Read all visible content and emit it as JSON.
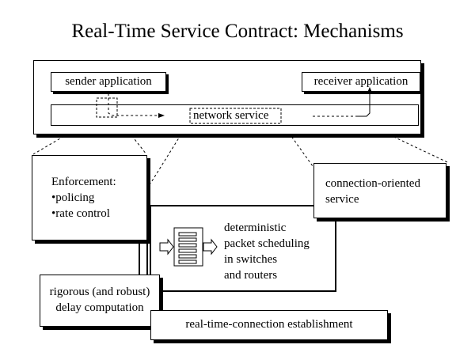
{
  "title": "Real-Time Service Contract: Mechanisms",
  "top_panel": {
    "sender": "sender application",
    "receiver": "receiver application",
    "network": "network service"
  },
  "enforcement": {
    "heading": "Enforcement:",
    "items": [
      "•policing",
      "•rate control"
    ]
  },
  "connection_oriented": [
    "connection-oriented",
    "service"
  ],
  "scheduling": {
    "lines": [
      "deterministic",
      "packet scheduling",
      "in switches",
      "and routers"
    ],
    "icon": "packet-queue-icon"
  },
  "delay_computation": [
    "rigorous (and robust)",
    "delay computation"
  ],
  "establishment": "real-time-connection establishment"
}
